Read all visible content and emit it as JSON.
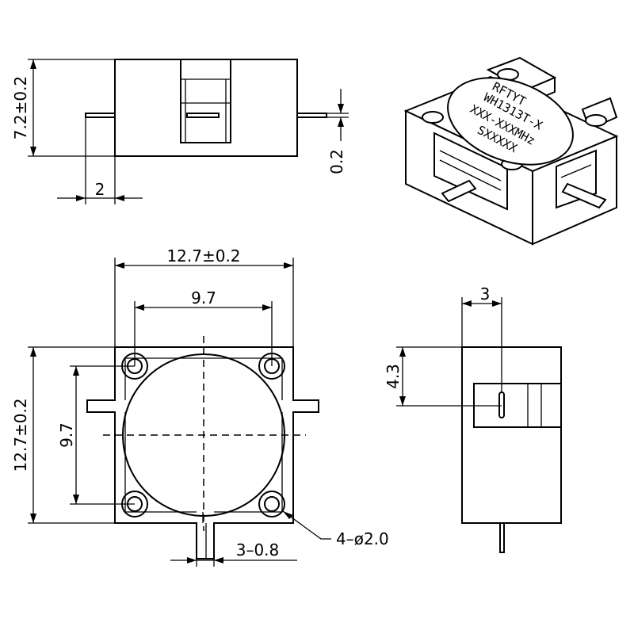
{
  "dimensions": {
    "height_top": "7.2±0.2",
    "pin_thickness": "0.2",
    "pin_offset": "2",
    "width": "12.7±0.2",
    "hole_spacing_x": "9.7",
    "height_body": "12.7±0.2",
    "hole_spacing_y": "9.7",
    "pin_offset_side": "3",
    "height_side": "4.3",
    "pin_spec": "3–0.8",
    "holes": "4–ø2.0"
  },
  "label": {
    "brand": "RFTYT",
    "model": "WH1313T-X",
    "code": "XXX-XXXMHz",
    "serial": "SXXXXX"
  }
}
